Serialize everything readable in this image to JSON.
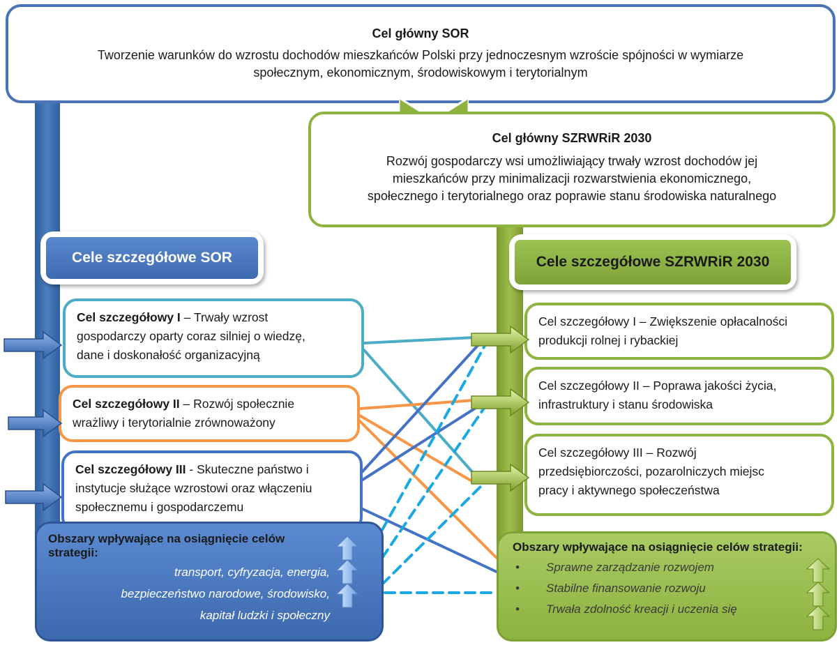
{
  "main_goal_sor": {
    "title": "Cel główny SOR",
    "line1": "Tworzenie warunków do wzrostu dochodów mieszkańców Polski przy jednoczesnym wzroście spójności w wymiarze",
    "line2": "społecznym, ekonomicznym, środowiskowym i terytorialnym"
  },
  "main_goal_szrwrir": {
    "title": "Cel główny SZRWRiR 2030",
    "line1": "Rozwój gospodarczy wsi umożliwiający trwały wzrost dochodów jej",
    "line2": "mieszkańców przy minimalizacji rozwarstwienia ekonomicznego,",
    "line3": "społecznego i terytorialnego oraz poprawie stanu środowiska naturalnego"
  },
  "sor_specific": {
    "header": "Cele szczegółowe SOR",
    "goals": [
      {
        "label": "Cel szczegółowy I",
        "sep": " – ",
        "text1": "Trwały wzrost",
        "text2": "gospodarczy oparty coraz silniej o wiedzę,",
        "text3": "dane i doskonałość organizacyjną"
      },
      {
        "label": "Cel szczegółowy II",
        "sep": " – ",
        "text1": "Rozwój społecznie",
        "text2": "wrażliwy i terytorialnie zrównoważony"
      },
      {
        "label": "Cel szczegółowy III",
        "sep": " - ",
        "text1": "Skuteczne państwo i",
        "text2": "instytucje służące wzrostowi oraz włączeniu",
        "text3": "społecznemu i gospodarczemu"
      }
    ]
  },
  "szrwrir_specific": {
    "header": "Cele szczegółowe SZRWRiR 2030",
    "goals": [
      {
        "line1": "Cel szczegółowy I – Zwiększenie opłacalności",
        "line2": "produkcji rolnej i rybackiej"
      },
      {
        "line1": "Cel szczegółowy II – Poprawa jakości życia,",
        "line2": "infrastruktury i stanu środowiska"
      },
      {
        "line1": "Cel szczegółowy III – Rozwój",
        "line2": "przedsiębiorczości, pozarolniczych miejsc",
        "line3": "pracy i aktywnego społeczeństwa"
      }
    ]
  },
  "sor_areas": {
    "title": "Obszary wpływające na osiągnięcie celów strategii",
    "colon": ":",
    "lines": [
      "transport, cyfryzacja, energia,",
      "bezpieczeństwo narodowe, środowisko,",
      "kapitał ludzki i społeczny"
    ]
  },
  "szrwrir_areas": {
    "title": "Obszary wpływające na osiągnięcie celów strategii",
    "colon": ":",
    "items": [
      "Sprawne zarządzanie rozwojem",
      "Stabilne finansowanie rozwoju",
      "Trwała zdolność kreacji i uczenia się"
    ]
  },
  "colors": {
    "blue": "#4472c4",
    "blue_dark": "#2f5597",
    "green": "#8fb33f",
    "teal": "#4bacc6",
    "orange": "#f79646",
    "dashed": "#19a8e0"
  }
}
